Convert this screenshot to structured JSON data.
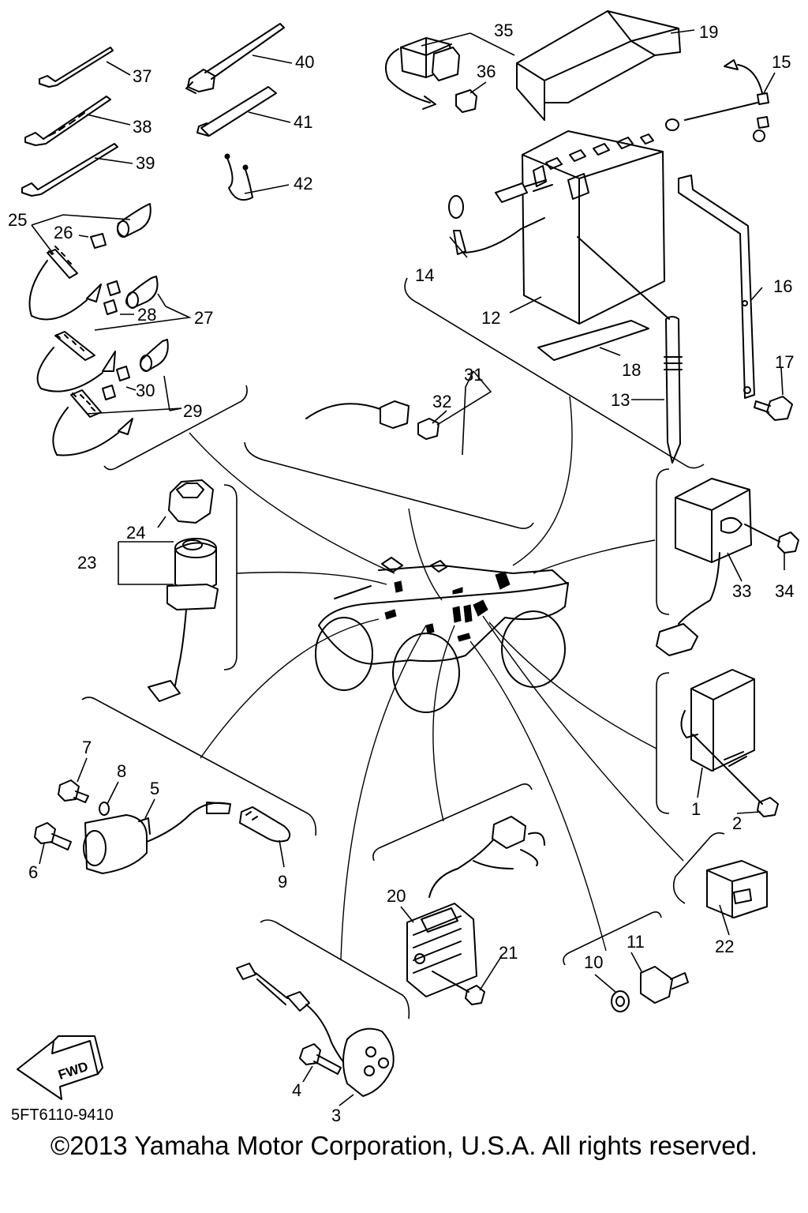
{
  "diagram": {
    "part_code": "5FT6110-9410",
    "direction_label": "FWD",
    "copyright": "©2013 Yamaha Motor Corporation, U.S.A. All rights reserved.",
    "callouts": [
      "1",
      "2",
      "3",
      "4",
      "5",
      "6",
      "7",
      "8",
      "9",
      "10",
      "11",
      "12",
      "13",
      "14",
      "15",
      "16",
      "17",
      "18",
      "19",
      "20",
      "21",
      "22",
      "23",
      "24",
      "25",
      "26",
      "27",
      "28",
      "29",
      "30",
      "31",
      "32",
      "33",
      "34",
      "35",
      "36",
      "37",
      "38",
      "39",
      "40",
      "41",
      "42"
    ]
  }
}
